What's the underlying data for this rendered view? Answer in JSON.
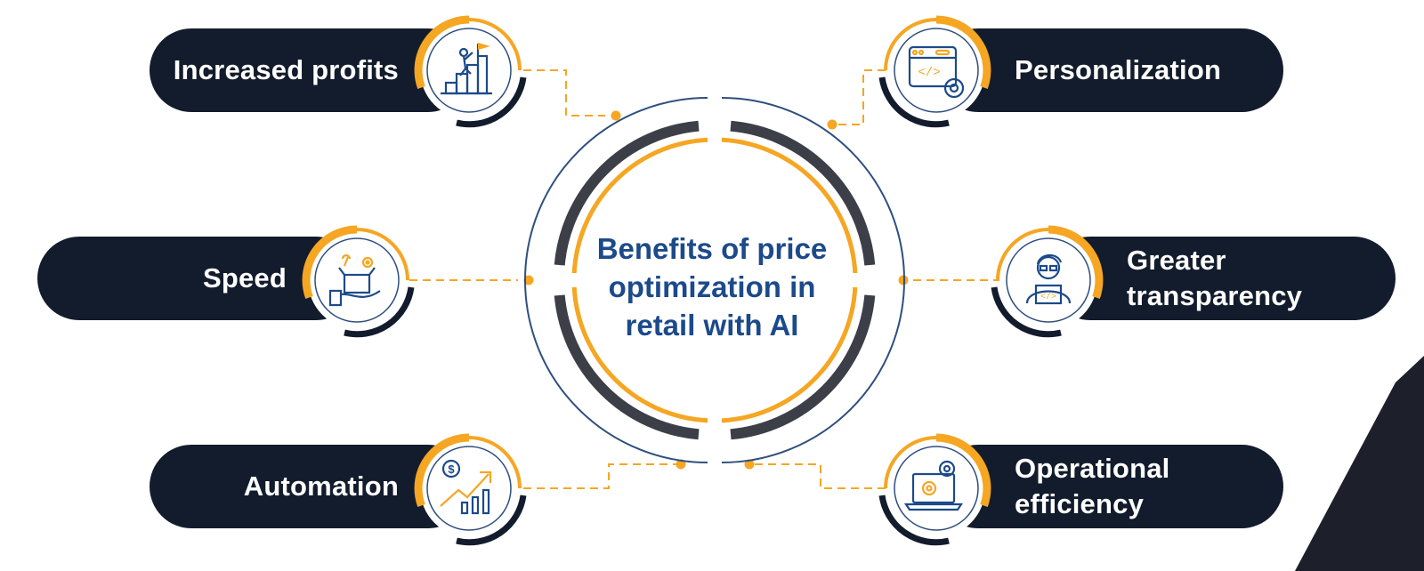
{
  "center": {
    "line1": "Benefits of price",
    "line2": "optimization in",
    "line3": "retail with AI"
  },
  "benefits": {
    "increased_profits": "Increased profits",
    "speed": "Speed",
    "automation": "Automation",
    "personalization": "Personalization",
    "greater_line1": "Greater",
    "greater_line2": "transparency",
    "operational_line1": "Operational",
    "operational_line2": "efficiency"
  },
  "icons": {
    "increased_profits": "climber-with-flag-on-steps-icon",
    "speed": "hand-with-box-and-tools-icon",
    "automation": "dollar-growth-chart-icon",
    "personalization": "browser-code-gear-icon",
    "greater_transparency": "developer-at-laptop-icon",
    "operational_efficiency": "laptop-with-gears-icon"
  },
  "colors": {
    "pill": "#131c2c",
    "accent_orange": "#f5a623",
    "brand_blue": "#1c4a8a",
    "ring_dark": "#3c3f47"
  }
}
